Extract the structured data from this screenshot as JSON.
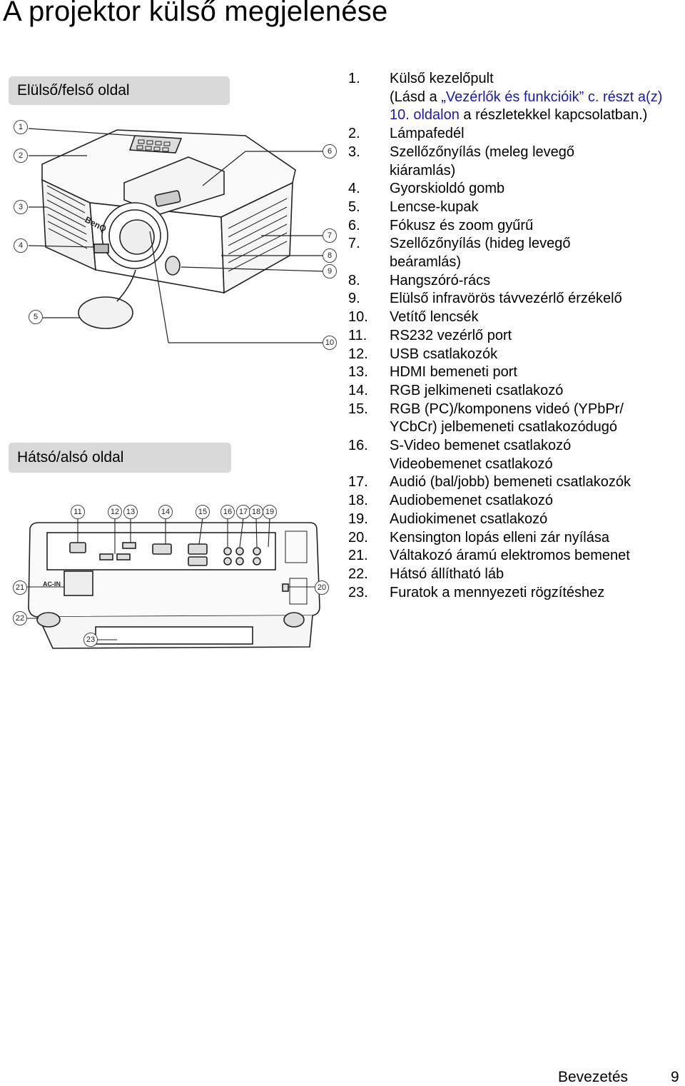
{
  "page": {
    "title": "A projektor külső megjelenése"
  },
  "sections": {
    "front_label": "Elülső/felső oldal",
    "back_label": "Hátsó/alsó oldal"
  },
  "front_diagram": {
    "callouts": [
      "1",
      "2",
      "3",
      "4",
      "5",
      "6",
      "7",
      "8",
      "9",
      "10"
    ],
    "brand_marking": "BenQ"
  },
  "back_diagram": {
    "callouts": [
      "11",
      "12",
      "13",
      "14",
      "15",
      "16",
      "17",
      "18",
      "19",
      "20",
      "21",
      "22",
      "23"
    ],
    "ac_in_label": "AC-IN"
  },
  "parts": [
    {
      "num": "1.",
      "text": "Külső kezelőpult",
      "line2_prefix": "(Lásd a ",
      "line2_link": "„Vezérlők és funkcióik” c. részt a(z) 10. oldalon",
      "line2_suffix": " a részletekkel kapcsolatban.)"
    },
    {
      "num": "2.",
      "text": "Lámpafedél"
    },
    {
      "num": "3.",
      "text": "Szellőzőnyílás (meleg levegő kiáramlás)"
    },
    {
      "num": "4.",
      "text": "Gyorskioldó gomb"
    },
    {
      "num": "5.",
      "text": "Lencse-kupak"
    },
    {
      "num": "6.",
      "text": "Fókusz és zoom gyűrű"
    },
    {
      "num": "7.",
      "text": "Szellőzőnyílás (hideg levegő beáramlás)"
    },
    {
      "num": "8.",
      "text": "Hangszóró-rács"
    },
    {
      "num": "9.",
      "text": "Elülső infravörös távvezérlő érzékelő"
    },
    {
      "num": "10.",
      "text": "Vetítő lencsék"
    },
    {
      "num": "11.",
      "text": "RS232 vezérlő port"
    },
    {
      "num": "12.",
      "text": "USB csatlakozók"
    },
    {
      "num": "13.",
      "text": "HDMI bemeneti port"
    },
    {
      "num": "14.",
      "text": "RGB jelkimeneti csatlakozó"
    },
    {
      "num": "15.",
      "text": "RGB (PC)/komponens videó (YPbPr/ YCbCr) jelbemeneti csatlakozódugó"
    },
    {
      "num": "16.",
      "text": "S-Video bemenet csatlakozó Videobemenet csatlakozó"
    },
    {
      "num": "17.",
      "text": "Audió (bal/jobb) bemeneti csatlakozók"
    },
    {
      "num": "18.",
      "text": "Audiobemenet csatlakozó"
    },
    {
      "num": "19.",
      "text": "Audiokimenet csatlakozó"
    },
    {
      "num": "20.",
      "text": "Kensington lopás elleni zár nyílása"
    },
    {
      "num": "21.",
      "text": "Váltakozó áramú elektromos bemenet"
    },
    {
      "num": "22.",
      "text": "Hátsó állítható láb"
    },
    {
      "num": "23.",
      "text": "Furatok a mennyezeti rögzítéshez"
    }
  ],
  "footer": {
    "section": "Bevezetés",
    "page_number": "9"
  },
  "colors": {
    "link": "#1a1ab0",
    "pill_bg": "#d9d9d9"
  }
}
